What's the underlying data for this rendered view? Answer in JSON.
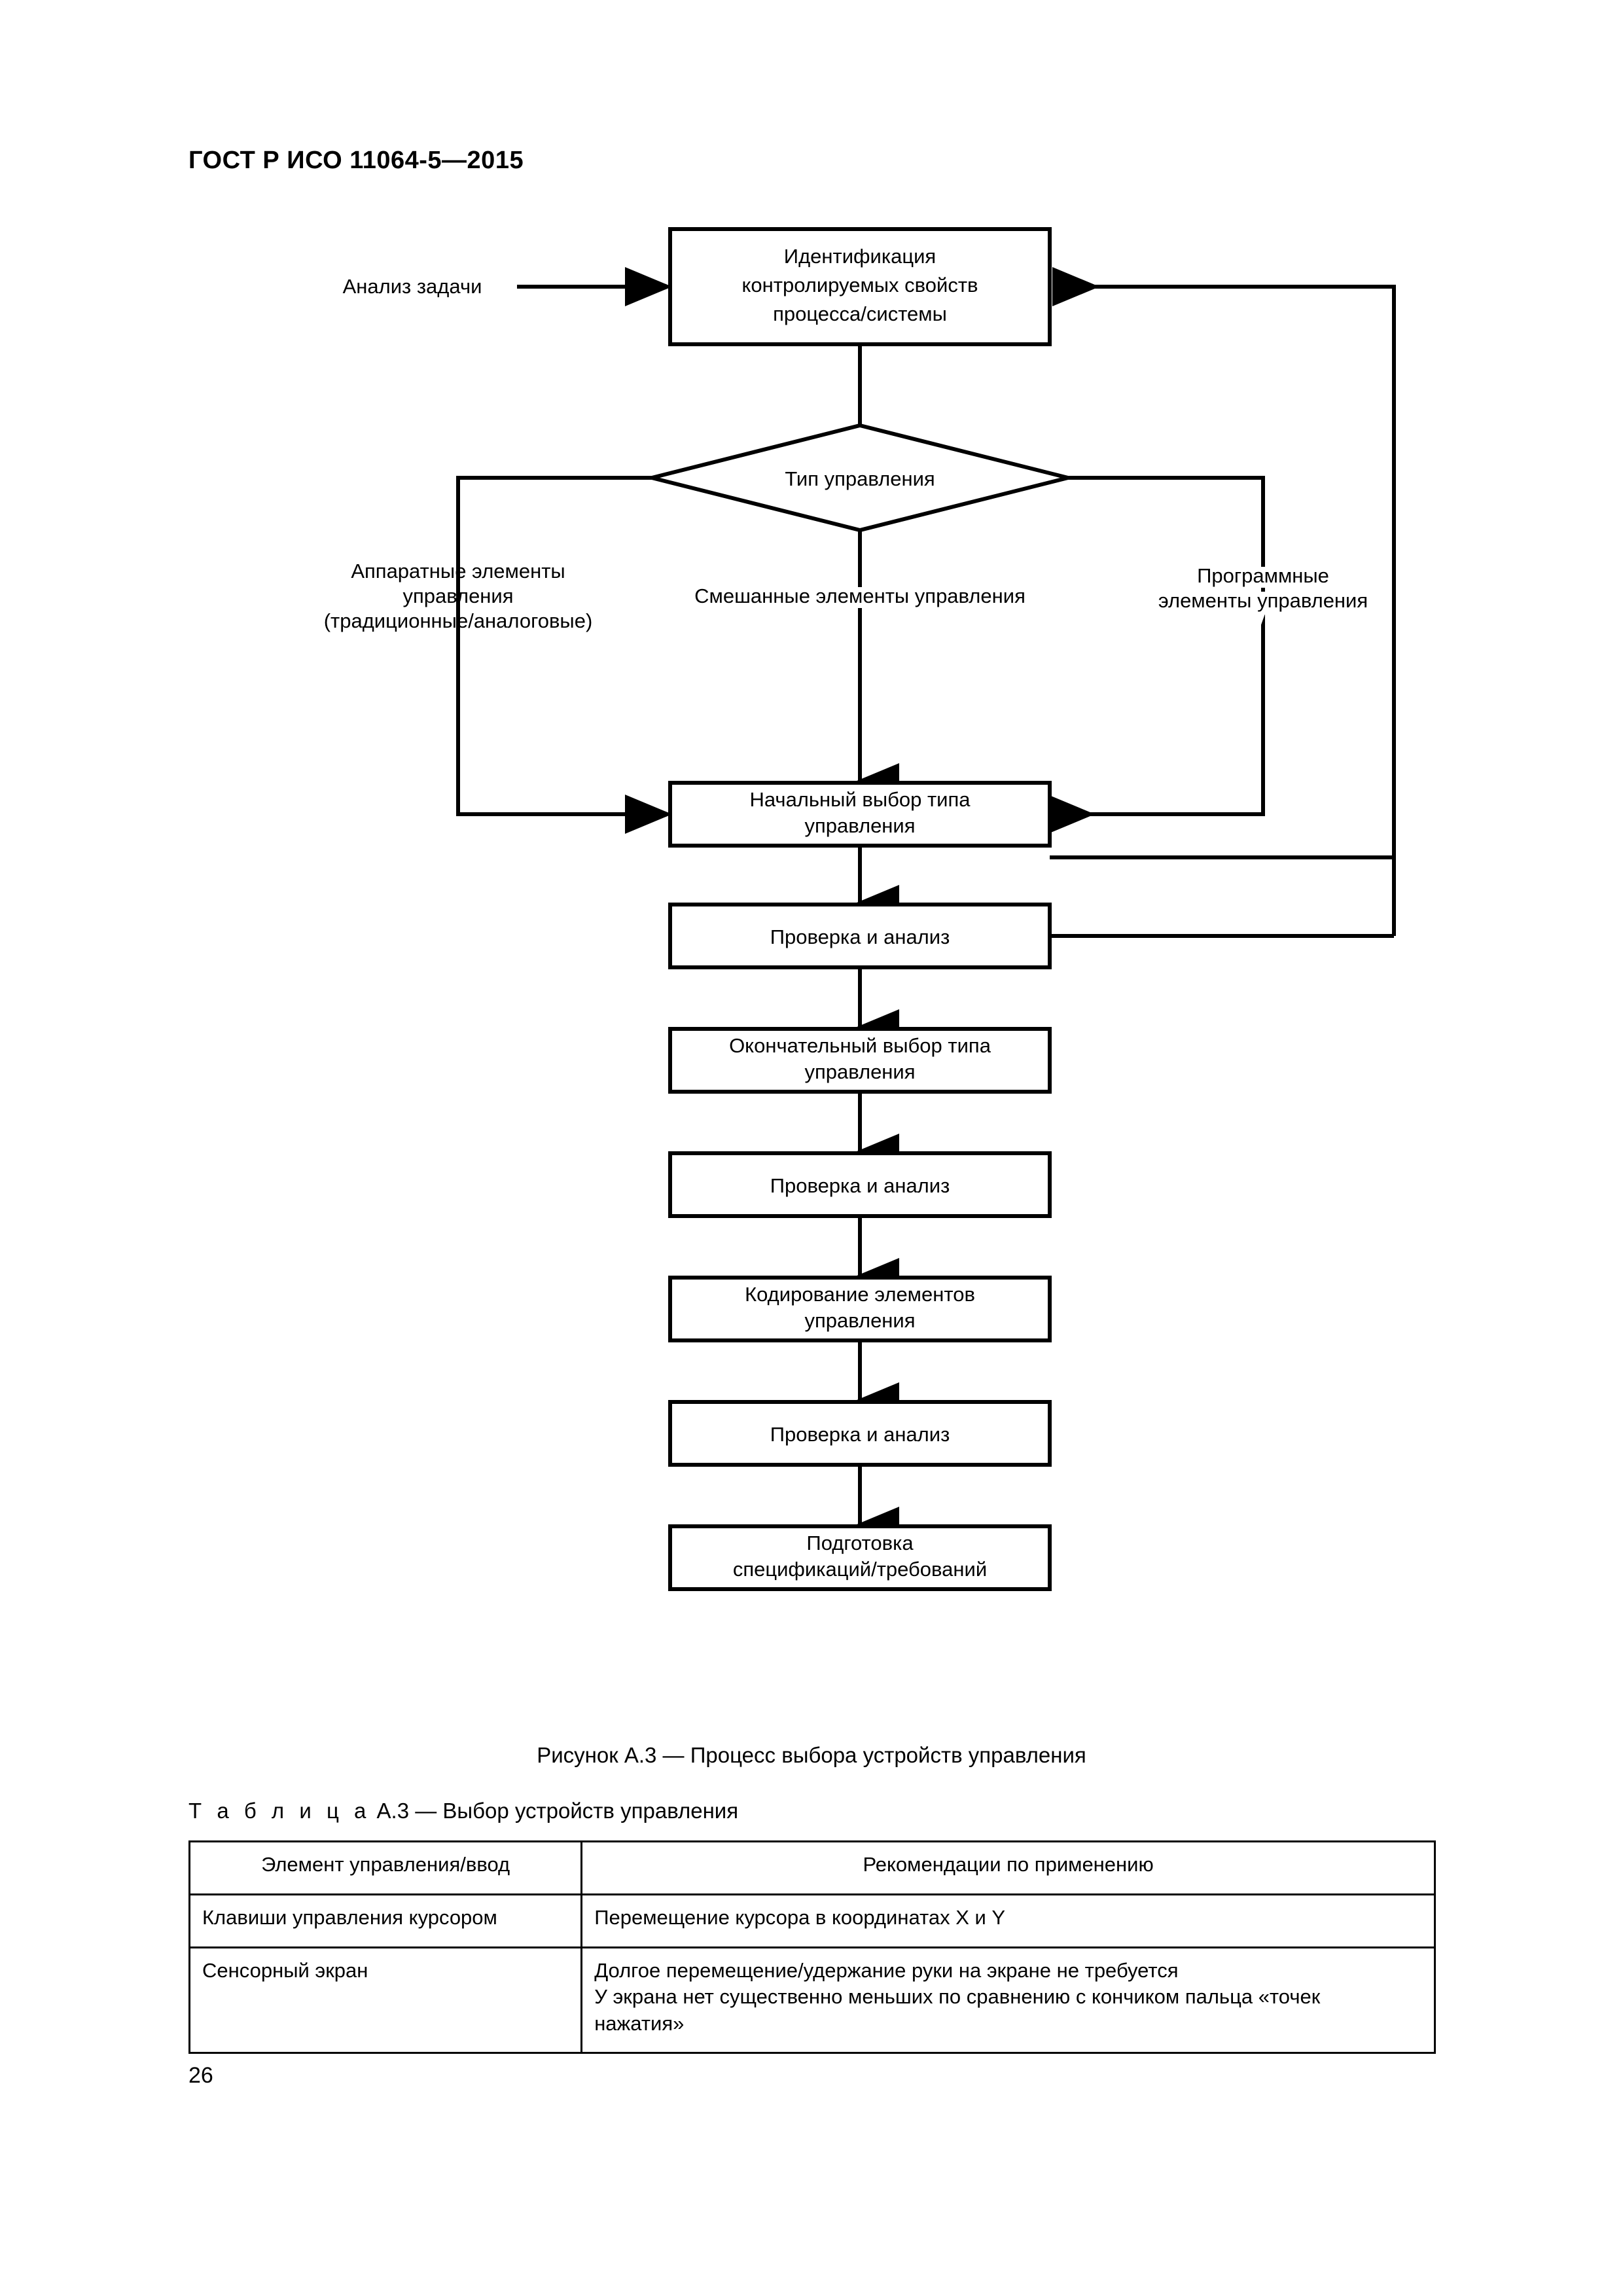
{
  "document": {
    "header": "ГОСТ Р ИСО 11064-5—2015",
    "page_number": "26"
  },
  "figure": {
    "caption": "Рисунок А.3 — Процесс выбора устройств управления",
    "input_label": "Анализ задачи",
    "nodes": {
      "identification": "Идентификация\nконтролируемых свойств\nпроцесса/системы",
      "identification_lines": [
        "Идентификация",
        "контролируемых свойств",
        "процесса/системы"
      ],
      "decision": "Тип управления",
      "initial_choice_lines": [
        "Начальный выбор типа",
        "управления"
      ],
      "check1": "Проверка и анализ",
      "final_choice_lines": [
        "Окончательный выбор типа",
        "управления"
      ],
      "check2": "Проверка и анализ",
      "coding_lines": [
        "Кодирование элементов",
        "управления"
      ],
      "check3": "Проверка и анализ",
      "preparation_lines": [
        "Подготовка",
        "спецификаций/требований"
      ]
    },
    "branches": {
      "left_lines": [
        "Аппаратные элементы",
        "управления",
        "(традиционные/аналоговые)"
      ],
      "middle": "Смешанные элементы управления",
      "right_lines": [
        "Программные",
        "элементы управления"
      ]
    }
  },
  "table": {
    "caption_prefix": "Т а б л и ц а",
    "caption_rest": " А.3 — Выбор устройств управления",
    "headers": [
      "Элемент управления/ввод",
      "Рекомендации по применению"
    ],
    "rows": [
      {
        "control": "Клавиши управления курсором",
        "recommendation_lines": [
          "Перемещение курсора в координатах X и Y"
        ]
      },
      {
        "control": "Сенсорный экран",
        "recommendation_lines": [
          "Долгое перемещение/удержание руки на экране не требуется",
          "У экрана нет существенно меньших по сравнению с кончиком пальца «точек",
          "нажатия»"
        ]
      }
    ]
  },
  "colors": {
    "ink": "#000000",
    "paper": "#ffffff"
  }
}
